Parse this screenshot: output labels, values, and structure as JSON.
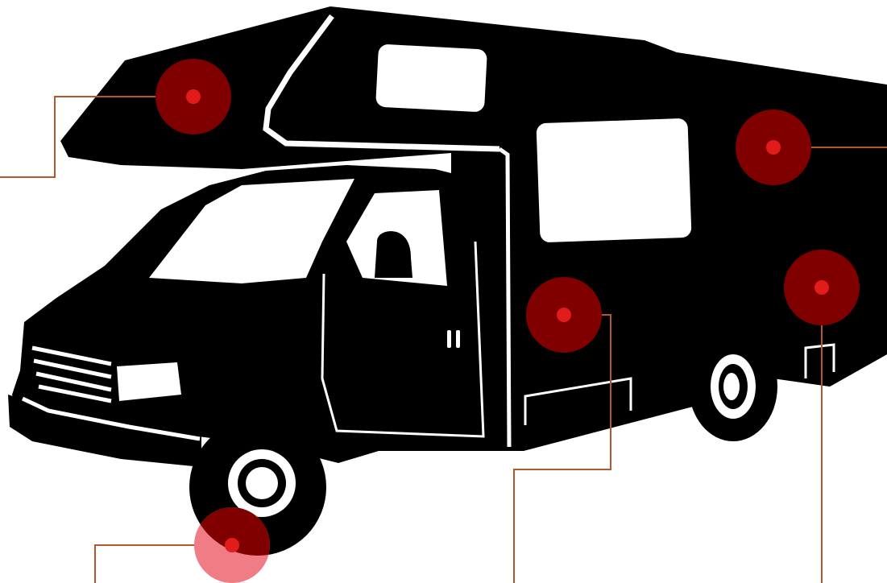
{
  "figure": {
    "subject": "rv-motorhome-silhouette",
    "colors": {
      "background": "#ffffff",
      "silhouette": "#000000",
      "hotspot_fill": "#800000",
      "hotspot_fill_highlight": "#f07c86",
      "hotspot_center": "#e21b1b",
      "leader_line": "#b5562c"
    }
  },
  "hotspots": [
    {
      "id": "cab-over"
    },
    {
      "id": "rear-upper-wall"
    },
    {
      "id": "side-wall-door"
    },
    {
      "id": "rear-lower-wall"
    },
    {
      "id": "front-wheel"
    }
  ]
}
